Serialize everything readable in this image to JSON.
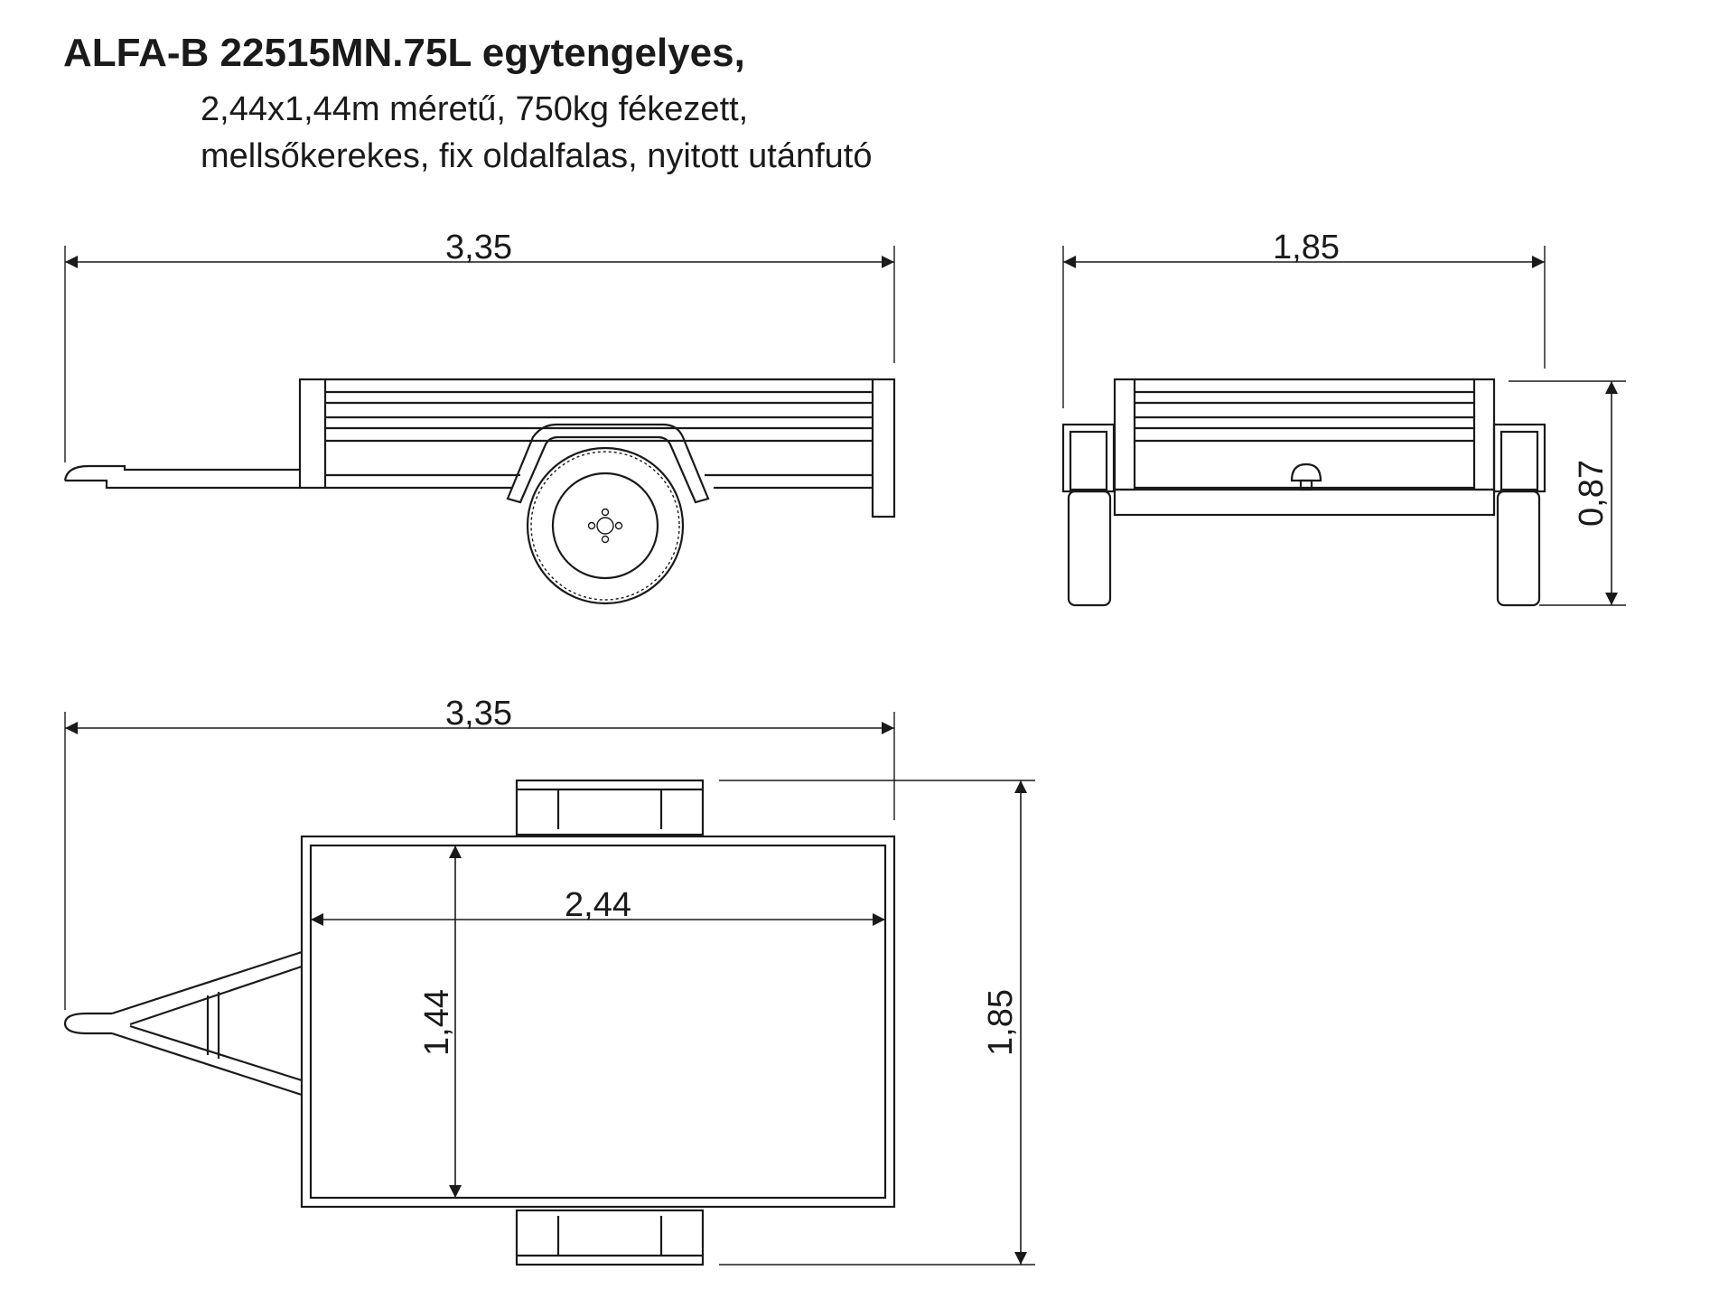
{
  "title": "ALFA-B 22515MN.75L egytengelyes,",
  "subtitle_line1": "2,44x1,44m méretű, 750kg fékezett,",
  "subtitle_line2": "mellsőkerekes, fix oldalfalas, nyitott utánfutó",
  "dimensions": {
    "side_length": "3,35",
    "front_width": "1,85",
    "front_height": "0,87",
    "top_length": "3,35",
    "top_width": "1,85",
    "bed_length": "2,44",
    "bed_width": "1,44"
  }
}
